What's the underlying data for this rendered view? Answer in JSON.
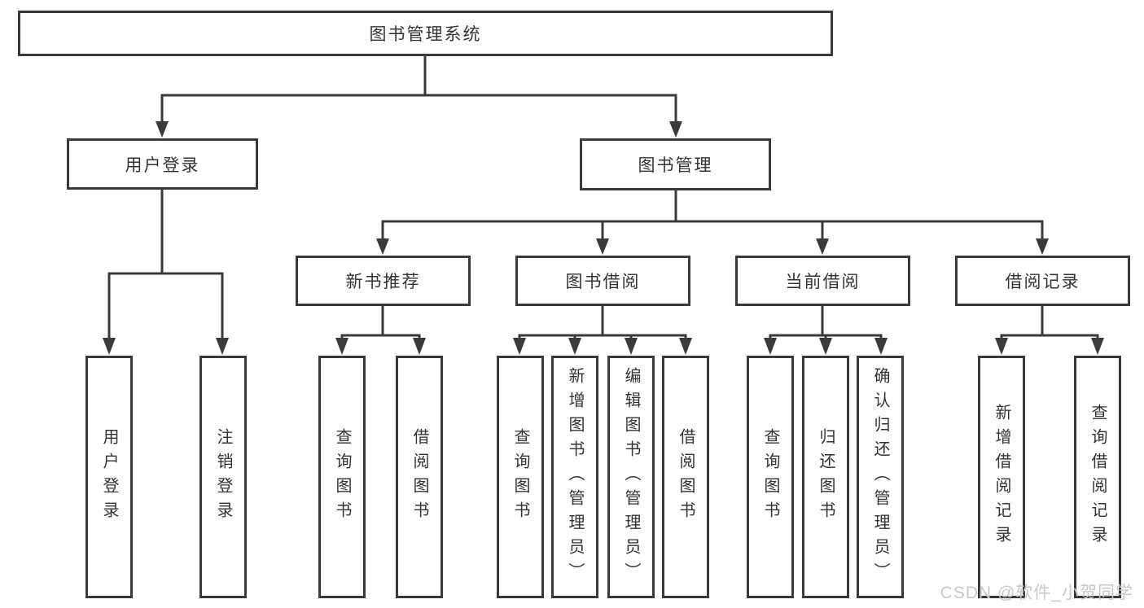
{
  "diagram": {
    "nodes": {
      "root": "图书管理系统",
      "user_login": "用户登录",
      "book_management": "图书管理",
      "new_book_recommend": "新书推荐",
      "book_borrowing": "图书借阅",
      "current_borrowing": "当前借阅",
      "borrowing_records": "借阅记录",
      "user_login_leaf": "用户登录",
      "logout_leaf": "注销登录",
      "recommend_query_book": "查询图书",
      "recommend_borrow_book": "借阅图书",
      "borrowing_query_book": "查询图书",
      "borrowing_add_book": "新增图书（管理员）",
      "borrowing_edit_book": "编辑图书（管理员）",
      "borrowing_borrow_book": "借阅图书",
      "current_query_book": "查询图书",
      "current_return_book": "归还图书",
      "current_confirm_return": "确认归还（管理员）",
      "records_add_record": "新增借阅记录",
      "records_query_record": "查询借阅记录"
    },
    "colors": {
      "line": "#3a3a3a",
      "text": "#333333",
      "background": "#ffffff",
      "watermark": "#c9c9c9"
    }
  },
  "watermark": {
    "text": "CSDN @软件_小贺同学"
  }
}
